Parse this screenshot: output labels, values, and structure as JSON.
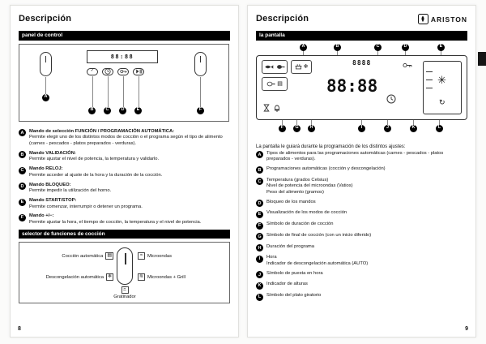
{
  "brand": {
    "name": "ARISTON"
  },
  "icons": {
    "check": "✓",
    "snowflake": "❄",
    "microwave": "≈",
    "microwave_grill": "≋",
    "grill": "Ξ",
    "auto_cook": "▤",
    "swirl": "✳",
    "rotate": "↻"
  },
  "left": {
    "title": "Descripción",
    "page_number": "8",
    "sections": {
      "panel": "panel de control",
      "selector": "selector de funciones de cocción"
    },
    "panel_display": "88:88",
    "panel_callouts": [
      "A",
      "B",
      "C",
      "D",
      "E",
      "F"
    ],
    "items": [
      {
        "letter": "A",
        "head": "Mando de selección FUNCIÓN / PROGRAMACIÓN AUTOMÁTICA:",
        "body": "Permite elegir uno de los distintos modos de cocción o el programa según el tipo de alimento (carnes - pescados - platos preparados - verduras)."
      },
      {
        "letter": "B",
        "head": "Mando VALIDACIÓN:",
        "body": "Permite ajustar el nivel de potencia, la temperatura y validarlo."
      },
      {
        "letter": "C",
        "head": "Mando RELOJ:",
        "body": "Permite acceder al ajuste de la hora y la duración de la cocción."
      },
      {
        "letter": "D",
        "head": "Mando BLOQUEO:",
        "body": "Permite impedir la utilización del horno."
      },
      {
        "letter": "E",
        "head": "Mando START/STOP:",
        "body": "Permite comenzar, interrumpir o detener un programa."
      },
      {
        "letter": "F",
        "head": "Mando +/−:",
        "body": "Permite ajustar la hora, el tiempo de cocción, la temperatura y el nivel de potencia."
      }
    ],
    "selector": {
      "auto_cook": "Cocción automática",
      "auto_defrost": "Descongelación automática",
      "microwave": "Microondas",
      "microwave_grill": "Microondas + Grill",
      "grill": "Gratinador"
    }
  },
  "right": {
    "title": "Descripción",
    "page_number": "9",
    "sections": {
      "display": "la pantalla"
    },
    "intro": "La pantalla le guiará durante la programación de los distintos ajustes:",
    "display": {
      "time": "88:88",
      "small_digits": "8888",
      "callouts_top": [
        "A",
        "B",
        "C",
        "D",
        "E"
      ],
      "callouts_bottom": [
        "F",
        "G",
        "H",
        "I",
        "J",
        "K",
        "L"
      ]
    },
    "items": [
      {
        "letter": "A",
        "text": "Tipos de alimentos para las programaciones automáticas (carnes - pescados - platos preparados - verduras)."
      },
      {
        "letter": "B",
        "text": "Programaciones automáticas (cocción y descongelación)"
      },
      {
        "letter": "C",
        "text": "Temperatura (grados Celsius)\nNivel de potencia del microondas (Vatios)\nPeso del alimento (gramos)"
      },
      {
        "letter": "D",
        "text": "Bloqueo de los mandos"
      },
      {
        "letter": "E",
        "text": "Visualización de los modos de cocción"
      },
      {
        "letter": "F",
        "text": "Símbolo de duración de cocción"
      },
      {
        "letter": "G",
        "text": "Símbolo de final de cocción (con un inicio diferido)"
      },
      {
        "letter": "H",
        "text": "Duración del programa"
      },
      {
        "letter": "I",
        "text": "Hora\nIndicador de descongelación automática (AUTO)"
      },
      {
        "letter": "J",
        "text": "Símbolo de puesta en hora"
      },
      {
        "letter": "K",
        "text": "Indicador de alturas"
      },
      {
        "letter": "L",
        "text": "Símbolo del plato giratorio"
      }
    ]
  }
}
